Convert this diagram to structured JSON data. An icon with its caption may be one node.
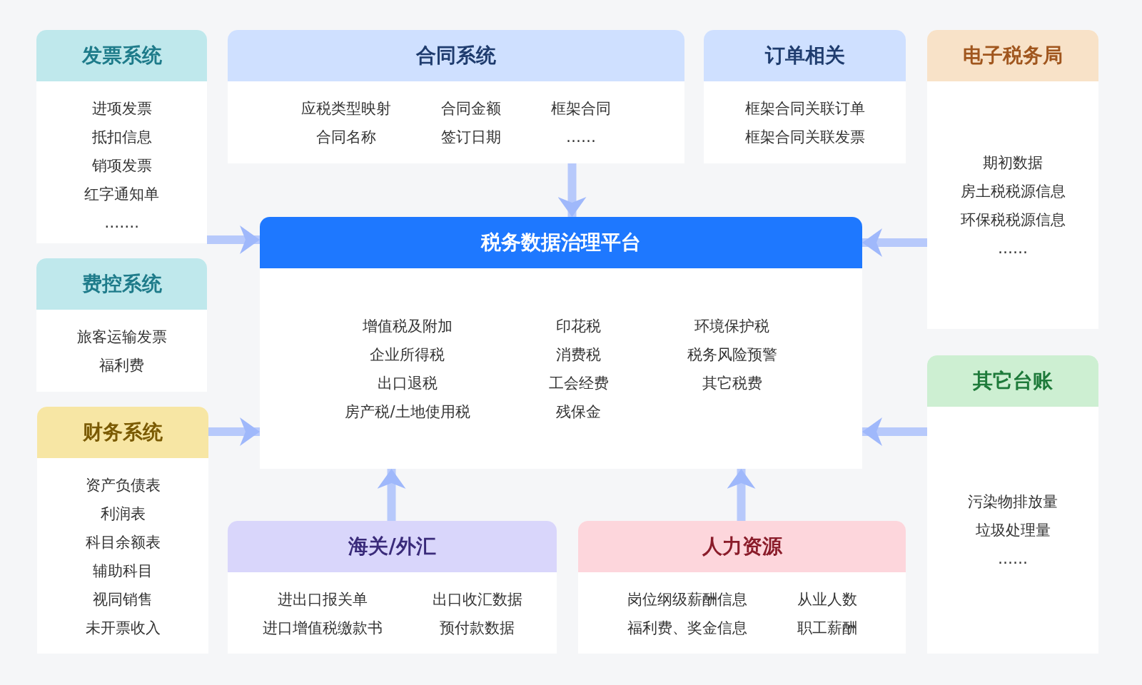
{
  "diagram": {
    "nodes": [
      {
        "text": [
          "发票系统",
          "进项发票",
          "抵扣信息",
          "销项发票",
          "红字通知单",
          "……."
        ]
      },
      {
        "text": [
          "合同系统",
          "应税类型映射",
          "合同名称",
          "合同金额",
          "签订日期",
          "框架合同",
          "……"
        ]
      },
      {
        "text": [
          "订单相关",
          "框架合同关联订单",
          "框架合同关联发票"
        ]
      },
      {
        "text": [
          "电子税务局",
          "期初数据",
          "房土税税源信息",
          "环保税税源信息",
          "……"
        ]
      },
      {
        "text": [
          "费控系统",
          "旅客运输发票",
          "福利费"
        ]
      },
      {
        "text": [
          "税务数据治理平台",
          "增值税及附加",
          "企业所得税",
          "出口退税",
          "房产税/土地使用税",
          "印花税",
          "消费税",
          "工会经费",
          "残保金",
          "环境保护税",
          "税务风险预警",
          "其它税费"
        ]
      },
      {
        "text": [
          "其它台账",
          "污染物排放量",
          "垃圾处理量",
          "……"
        ]
      },
      {
        "text": [
          "财务系统",
          "资产负债表",
          "利润表",
          "科目余额表",
          "辅助科目",
          "视同销售",
          "未开票收入"
        ]
      },
      {
        "text": [
          "海关/外汇",
          "进出口报关单",
          "进口增值税缴款书",
          "出口收汇数据",
          "预付款数据"
        ]
      },
      {
        "text": [
          "人力资源",
          "岗位纲级薪酬信息",
          "福利费、奖金信息",
          "从业人数",
          "职工薪酬"
        ]
      }
    ],
    "edges": [
      {
        "from": 0,
        "to": 5,
        "arrow": "to"
      },
      {
        "from": 1,
        "to": 5,
        "arrow": "to"
      },
      {
        "from": 3,
        "to": 5,
        "arrow": "to"
      },
      {
        "from": 7,
        "to": 5,
        "arrow": "to"
      },
      {
        "from": 6,
        "to": 5,
        "arrow": "to"
      },
      {
        "from": 8,
        "to": 5,
        "arrow": "to"
      },
      {
        "from": 9,
        "to": 5,
        "arrow": "to"
      }
    ]
  }
}
